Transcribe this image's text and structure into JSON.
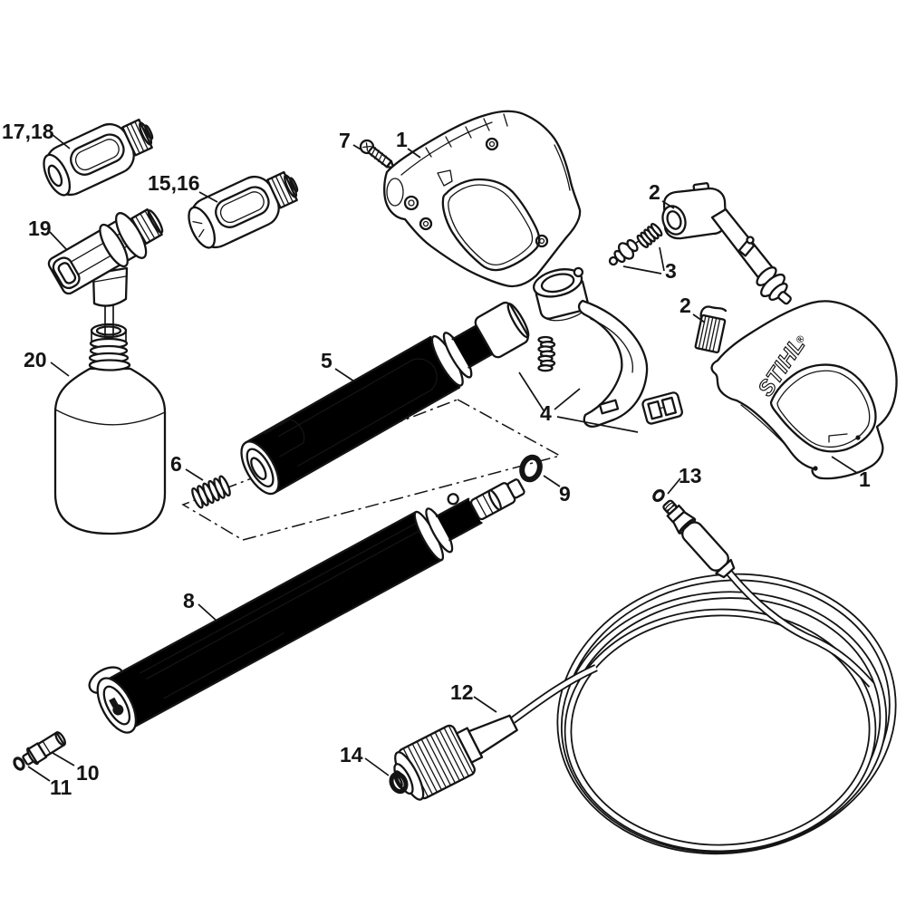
{
  "diagram": {
    "background_color": "#ffffff",
    "line_color": "#141414",
    "brand": {
      "logo_text": "STIHL",
      "registered_mark": "®"
    },
    "part_labels": [
      {
        "id": "nozzles-17-18",
        "text": "17,18"
      },
      {
        "id": "nozzles-15-16",
        "text": "15,16"
      },
      {
        "id": "spray-head-19",
        "text": "19"
      },
      {
        "id": "bottle-20",
        "text": "20"
      },
      {
        "id": "screw-7",
        "text": "7"
      },
      {
        "id": "housing-left-1",
        "text": "1"
      },
      {
        "id": "elbow-2",
        "text": "2"
      },
      {
        "id": "valve-spring-3",
        "text": "3"
      },
      {
        "id": "clip-2",
        "text": "2"
      },
      {
        "id": "housing-right-1",
        "text": "1"
      },
      {
        "id": "lance-5",
        "text": "5"
      },
      {
        "id": "trigger-4",
        "text": "4"
      },
      {
        "id": "spring-6",
        "text": "6"
      },
      {
        "id": "o-ring-9",
        "text": "9"
      },
      {
        "id": "lance-8",
        "text": "8"
      },
      {
        "id": "hose-nipple-13",
        "text": "13"
      },
      {
        "id": "hose-12",
        "text": "12"
      },
      {
        "id": "o-ring-14",
        "text": "14"
      },
      {
        "id": "nozzle-insert-10",
        "text": "10"
      },
      {
        "id": "o-ring-11",
        "text": "11"
      }
    ]
  }
}
